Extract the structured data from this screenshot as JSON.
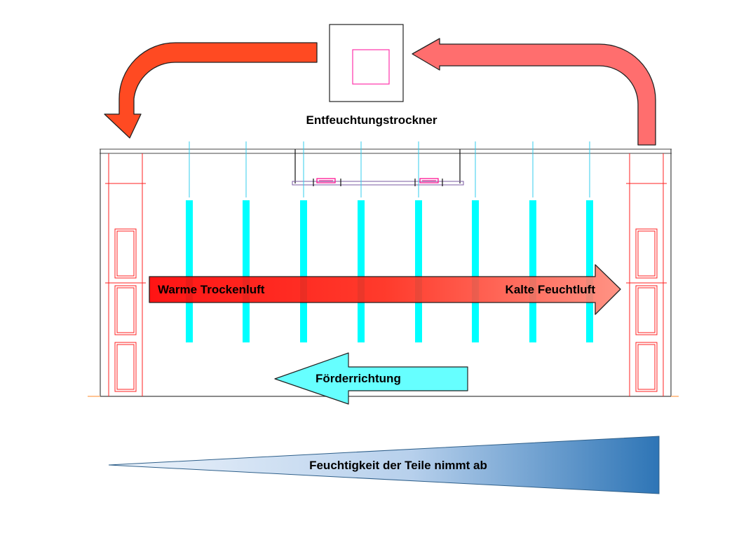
{
  "labels": {
    "dryer": "Entfeuchtungstrockner",
    "warm_air": "Warme Trockenluft",
    "cold_air": "Kalte Feuchtluft",
    "conveying_direction": "Förderrichtung",
    "moisture": "Feuchtigkeit der Teile nimmt ab"
  },
  "colors": {
    "return_arrow_left": "#ff4a22",
    "return_arrow_right": "#ff6e6e",
    "airflow_start": "#ff0000",
    "airflow_end": "#ff8a7a",
    "conveyor_arrow": "#66ffff",
    "parts": "#00ffff",
    "frame_red": "#ff2020",
    "moisture_light": "#dbe8f6",
    "moisture_dark": "#2e75b6",
    "dryer_inner": "#ff33aa"
  },
  "hanging_parts_count": 8
}
